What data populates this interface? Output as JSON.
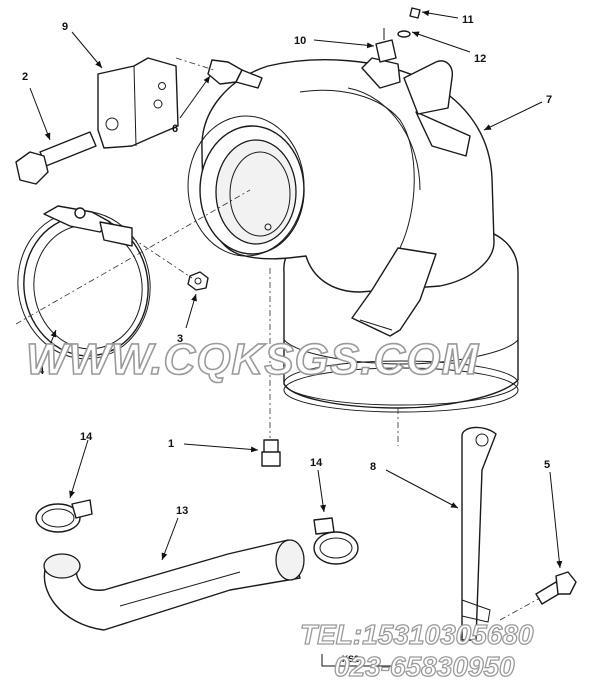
{
  "callouts": [
    {
      "id": "1",
      "label": "1"
    },
    {
      "id": "2",
      "label": "2"
    },
    {
      "id": "3",
      "label": "3"
    },
    {
      "id": "4",
      "label": "4"
    },
    {
      "id": "5",
      "label": "5"
    },
    {
      "id": "6",
      "label": "6"
    },
    {
      "id": "7",
      "label": "7"
    },
    {
      "id": "8",
      "label": "8"
    },
    {
      "id": "9",
      "label": "9"
    },
    {
      "id": "10",
      "label": "10"
    },
    {
      "id": "11",
      "label": "11"
    },
    {
      "id": "12",
      "label": "12"
    },
    {
      "id": "13",
      "label": "13"
    },
    {
      "id": "14a",
      "label": "14"
    },
    {
      "id": "14b",
      "label": "14"
    }
  ],
  "drawing_code": "XS2",
  "watermark": {
    "url": "WWW.CQKSGS.COM",
    "tel": "TEL:15310305680",
    "phone": "023-65830950"
  }
}
